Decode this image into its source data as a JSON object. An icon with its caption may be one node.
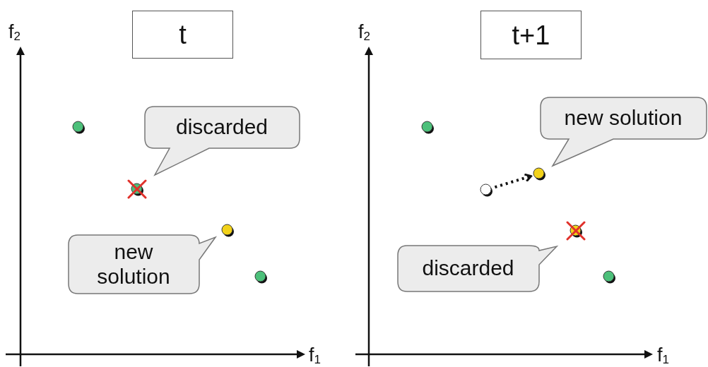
{
  "diagram": {
    "nodes": [
      {
        "text": [
          "t"
        ]
      },
      {
        "text": [],
        "shape": "circle"
      },
      {
        "text": [
          "discarded"
        ]
      },
      {
        "text": [],
        "shape": "circle"
      },
      {
        "text": [],
        "shape": "circle"
      },
      {
        "text": [
          "new solution"
        ]
      },
      {
        "text": [],
        "shape": "circle"
      },
      {
        "text": [
          "t+1"
        ]
      },
      {
        "text": [],
        "shape": "circle"
      },
      {
        "text": [
          "new solution"
        ]
      },
      {
        "text": [],
        "shape": "circle"
      },
      {
        "text": [],
        "shape": "circle"
      },
      {
        "text": [],
        "shape": "circle"
      },
      {
        "text": [
          "discarded"
        ]
      },
      {
        "text": [],
        "shape": "circle"
      }
    ],
    "edges": [
      {
        "from": 10,
        "to": 11,
        "arrow": "to",
        "style": "dashed"
      }
    ],
    "labels": [
      "f$_{2}$",
      "f$_{1}$",
      "f$_{2}$",
      "f$_{1}$"
    ]
  }
}
